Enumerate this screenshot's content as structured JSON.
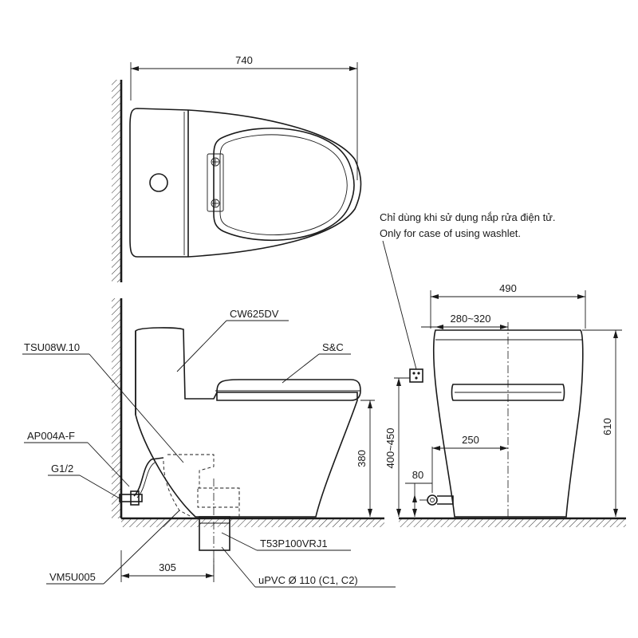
{
  "dimensions": {
    "width_top": "740",
    "width_front": "490",
    "washlet_offset": "280~320",
    "height_total": "610",
    "height_seat": "380",
    "height_range": "400~450",
    "offset_250": "250",
    "offset_80": "80",
    "rough_in": "305"
  },
  "labels": {
    "model": "CW625DV",
    "seat": "S&C",
    "flush_valve": "TSU08W.10",
    "angle_valve": "AP004A-F",
    "thread": "G1/2",
    "gasket": "VM5U005",
    "flange": "T53P100VRJ1",
    "pipe": "uPVC Ø 110 (C1, C2)"
  },
  "note": {
    "line1": "Chỉ dùng khi sử dụng nắp rửa điện tử.",
    "line2": "Only for case of using washlet."
  }
}
